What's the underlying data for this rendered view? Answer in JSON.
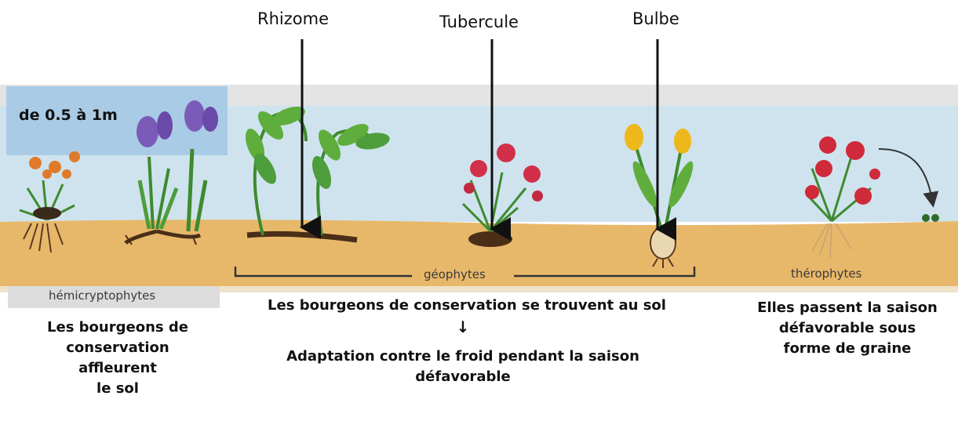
{
  "labels": {
    "rhizome": "Rhizome",
    "tubercule": "Tubercule",
    "bulbe": "Bulbe",
    "height": "de 0.5 à 1m"
  },
  "bands": {
    "hemi": "hémicryptophytes",
    "geo": "géophytes",
    "thero": "thérophytes"
  },
  "descriptions": {
    "hemi": "Les bourgeons  de\nconservation\naffleurent\nle sol",
    "geo_line1": "Les bourgeons  de conservation se trouvent au sol",
    "geo_arrow": "↓",
    "geo_line2": "Adaptation contre le froid pendant la saison\ndéfavorable",
    "thero": "Elles passent la saison\ndéfavorable sous\nforme de graine"
  },
  "colors": {
    "sky": "#cfe3ee",
    "sky_block": "#a9cbe6",
    "soil": "#e8b86a",
    "band": "#dcdcdc"
  }
}
